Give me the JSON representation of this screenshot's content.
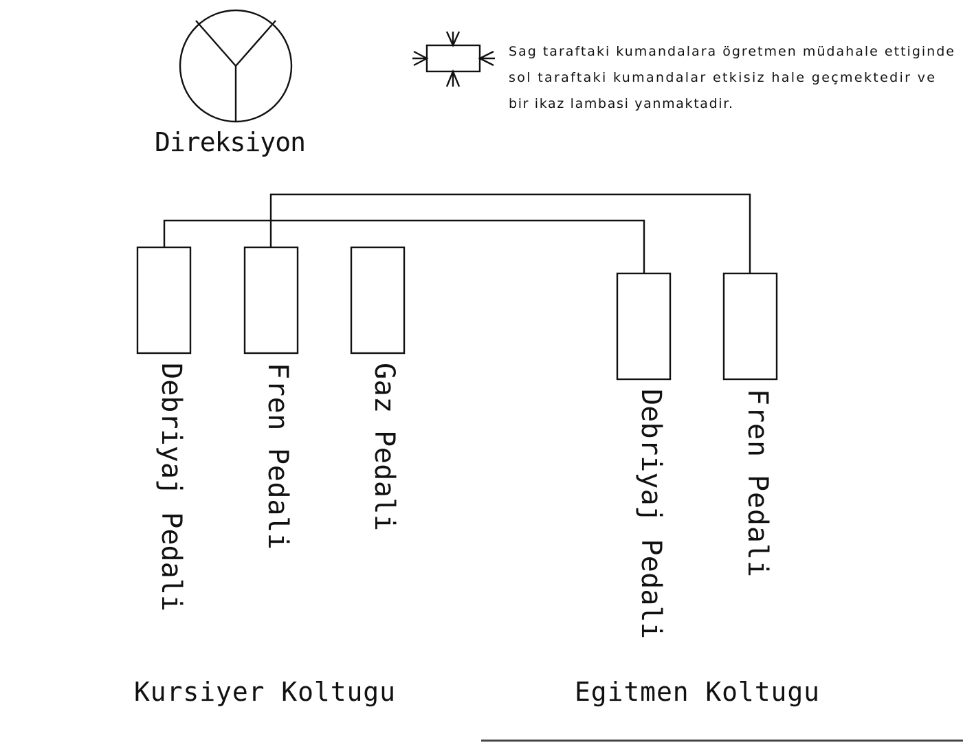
{
  "steering": {
    "label": "Direksiyon"
  },
  "note": {
    "icon": "box-with-inward-arrows-icon",
    "lines": [
      "Sag taraftaki kumandalara ögretmen müdahale ettiginde",
      "sol taraftaki kumandalar etkisiz hale geçmektedir ve",
      "bir ikaz lambasi yanmaktadir."
    ]
  },
  "student_pedals": [
    {
      "label": "Debriyaj Pedali"
    },
    {
      "label": "Fren Pedali"
    },
    {
      "label": "Gaz Pedali"
    }
  ],
  "instructor_pedals": [
    {
      "label": "Debriyaj Pedali"
    },
    {
      "label": "Fren Pedali"
    }
  ],
  "seats": {
    "student": "Kursiyer Koltugu",
    "instructor": "Egitmen Koltugu"
  }
}
